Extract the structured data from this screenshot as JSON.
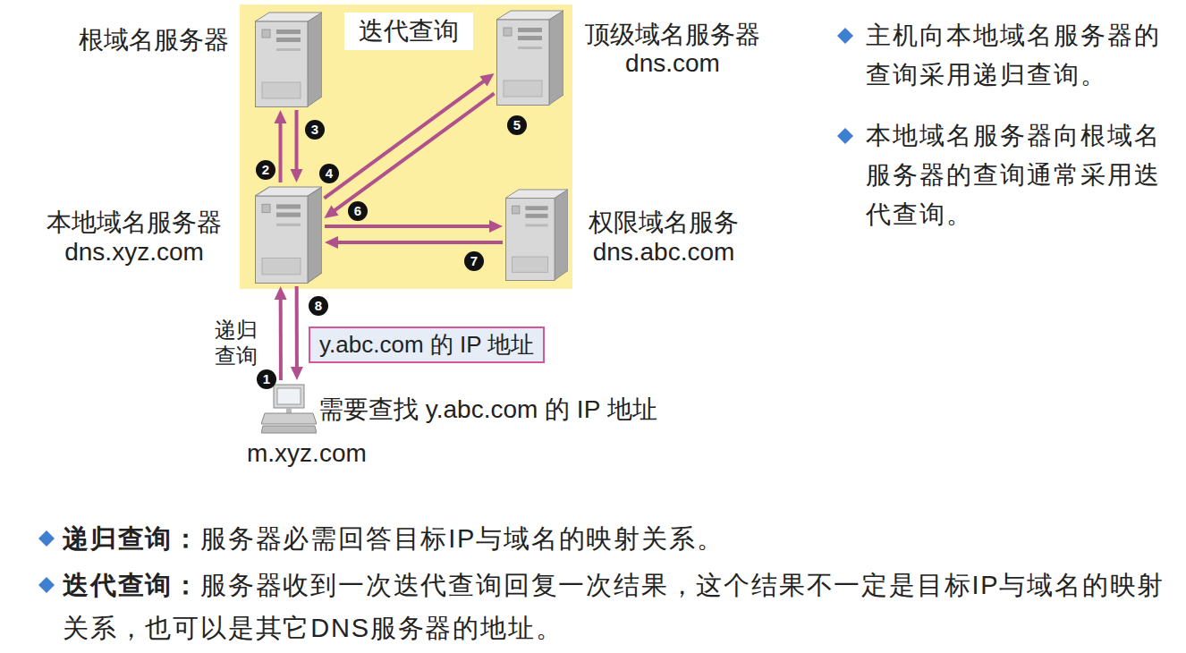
{
  "diagram": {
    "nodes": [
      {
        "text": [
          "迭代查询"
        ]
      },
      {
        "text": [
          "根域名服务器"
        ],
        "in": 0
      },
      {
        "text": [
          "顶级域名服务器",
          "dns.com"
        ],
        "in": 0
      },
      {
        "text": [
          "本地域名服务器",
          "dns.xyz.com"
        ],
        "in": 0
      },
      {
        "text": [
          "权限域名服务",
          "dns.abc.com"
        ],
        "in": 0
      },
      {
        "text": [
          "需要查找 y.abc.com 的 IP 地址",
          "m.xyz.com"
        ]
      },
      {
        "text": [
          "y.abc.com 的 IP 地址"
        ]
      }
    ],
    "edges": [
      {
        "from": 5,
        "to": 3,
        "arrow": "to"
      },
      {
        "from": 3,
        "to": 1,
        "arrow": "to"
      },
      {
        "from": 1,
        "to": 3,
        "arrow": "to"
      },
      {
        "from": 3,
        "to": 2,
        "arrow": "to"
      },
      {
        "from": 2,
        "to": 3,
        "arrow": "to"
      },
      {
        "from": 3,
        "to": 4,
        "arrow": "to"
      },
      {
        "from": 4,
        "to": 3,
        "arrow": "to"
      },
      {
        "from": 3,
        "to": 5,
        "arrow": "to"
      }
    ],
    "labels": [
      "1",
      "2",
      "3",
      "4",
      "5",
      "6",
      "7",
      "8",
      "递归查询",
      "主机向本地域名服务器的查询采用递归查询。",
      "本地域名服务器向根域名服务器的查询通常采用迭代查询。",
      "递归查询：",
      "服务器必需回答目标IP与域名的映射关系。",
      "迭代查询：",
      "服务器收到一次迭代查询回复一次结果，这个结果不一定是目标IP与域名的映射关系，也可以是其它DNS服务器的地址。"
    ]
  }
}
